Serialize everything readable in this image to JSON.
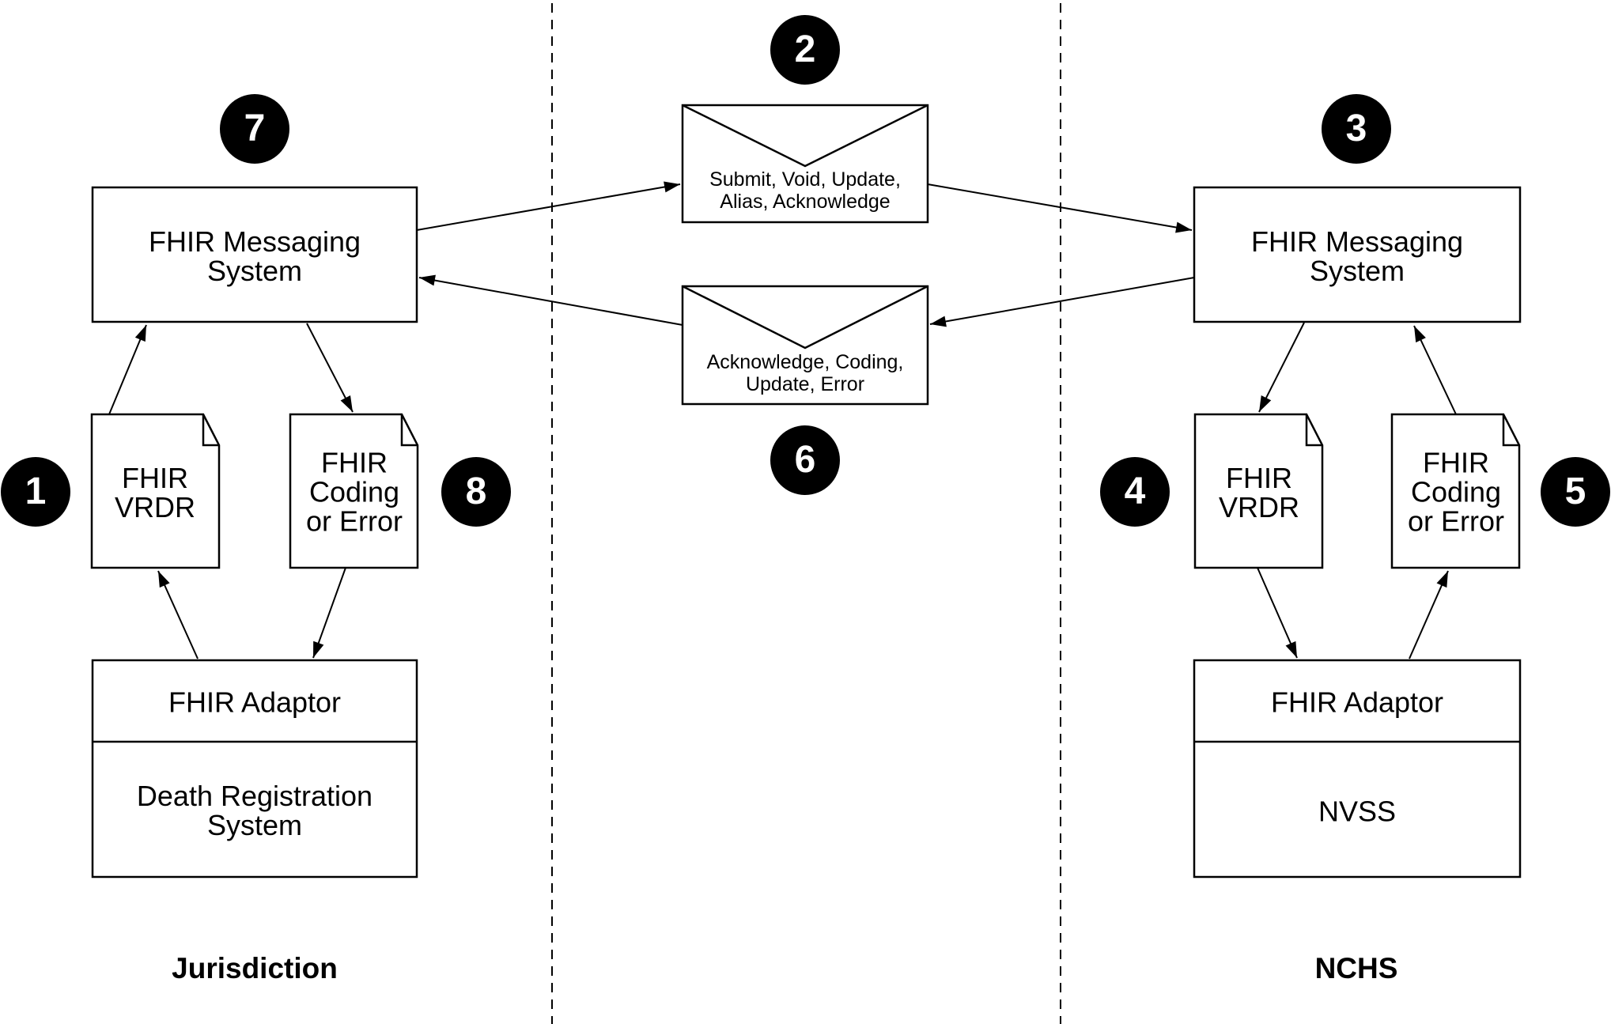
{
  "colors": {
    "ink": "#000000",
    "paper": "#ffffff"
  },
  "lanes": {
    "jurisdiction": {
      "label": "Jurisdiction"
    },
    "nchs": {
      "label": "NCHS"
    }
  },
  "nodes": {
    "left_messaging": {
      "label": "FHIR Messaging\nSystem"
    },
    "right_messaging": {
      "label": "FHIR Messaging\nSystem"
    },
    "left_adaptor": {
      "title": "FHIR Adaptor",
      "system": "Death Registration\nSystem"
    },
    "right_adaptor": {
      "title": "FHIR Adaptor",
      "system": "NVSS"
    },
    "left_vrdr_doc": {
      "label": "FHIR\nVRDR"
    },
    "left_coding_doc": {
      "label": "FHIR\nCoding\nor Error"
    },
    "right_vrdr_doc": {
      "label": "FHIR\nVRDR"
    },
    "right_coding_doc": {
      "label": "FHIR\nCoding\nor Error"
    },
    "submit_envelope": {
      "label": "Submit, Void, Update,\nAlias, Acknowledge"
    },
    "ack_envelope": {
      "label": "Acknowledge, Coding,\nUpdate, Error"
    }
  },
  "steps": {
    "1": "1",
    "2": "2",
    "3": "3",
    "4": "4",
    "5": "5",
    "6": "6",
    "7": "7",
    "8": "8"
  }
}
